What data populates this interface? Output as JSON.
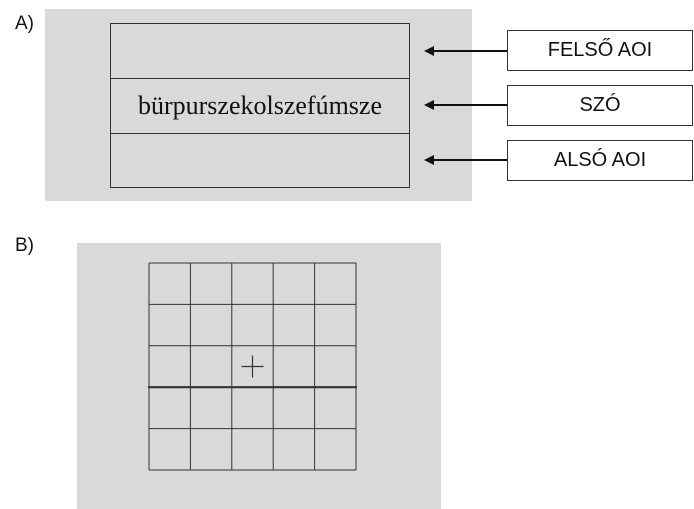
{
  "panel_a": {
    "label": "A)",
    "word": "bürpurszekolszefúmsze",
    "callouts": [
      {
        "id": "upper",
        "label": "FELSŐ AOI"
      },
      {
        "id": "word",
        "label": "SZÓ"
      },
      {
        "id": "lower",
        "label": "ALSÓ AOI"
      }
    ]
  },
  "panel_b": {
    "label": "B)",
    "grid_rows": 5,
    "grid_cols": 5,
    "fixation_cross_cell": {
      "row": 3,
      "col": 3
    },
    "thick_line_after_row": 3
  },
  "colors": {
    "panel_background": "#d9d9d9",
    "stroke": "#333333",
    "text": "#111111"
  }
}
